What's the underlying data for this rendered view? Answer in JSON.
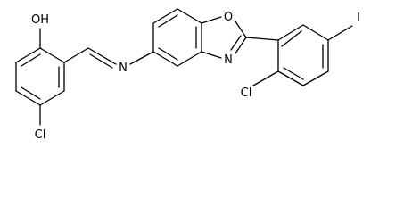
{
  "molecule": {
    "atoms": [
      {
        "id": "oh",
        "label": "OH"
      },
      {
        "id": "cl1",
        "label": "Cl"
      },
      {
        "id": "n_imine",
        "label": "N"
      },
      {
        "id": "o_ring",
        "label": "O"
      },
      {
        "id": "n_ring",
        "label": "N"
      },
      {
        "id": "cl2",
        "label": "Cl"
      },
      {
        "id": "iodine",
        "label": "I"
      }
    ]
  },
  "colors": {
    "bond": "#000000",
    "background": "#ffffff"
  }
}
